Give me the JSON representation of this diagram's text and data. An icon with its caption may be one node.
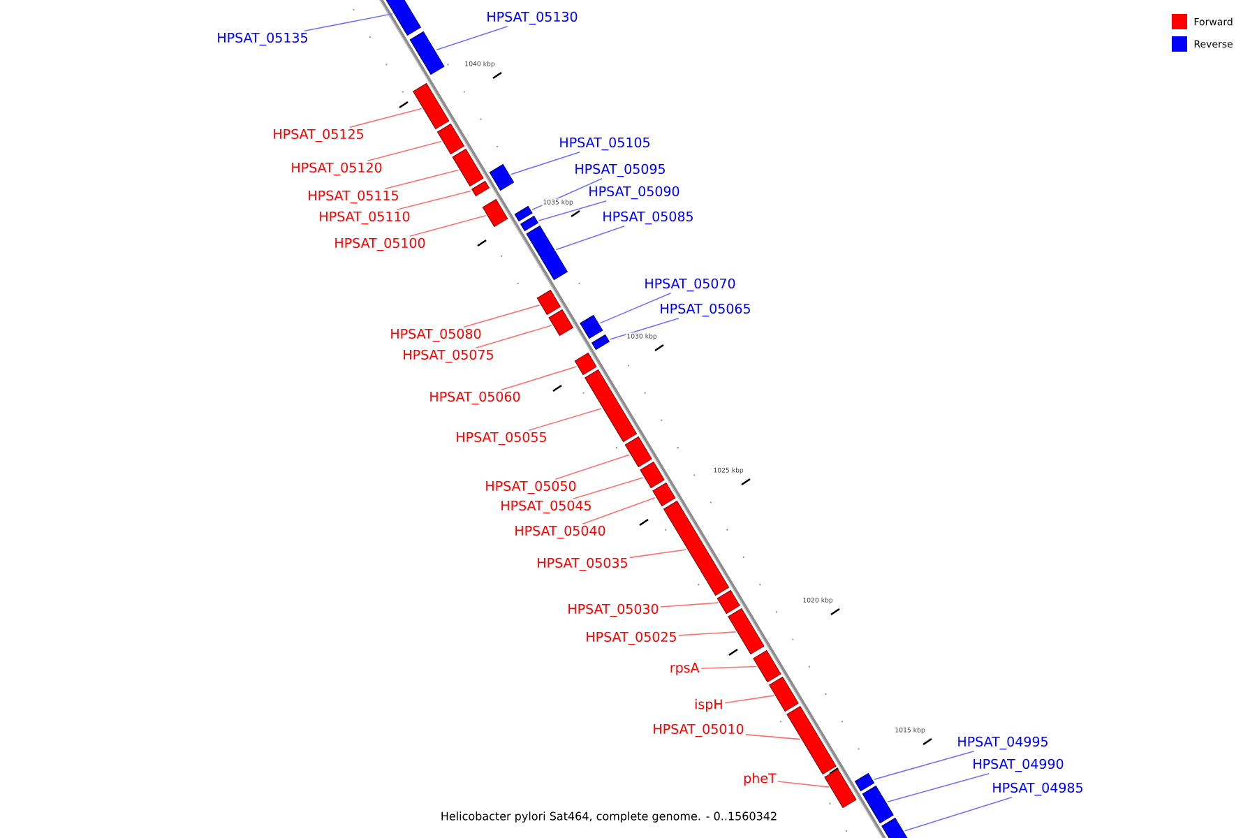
{
  "diagram": {
    "caption": "Helicobacter pylori Sat464, complete genome. - 0..1560342",
    "nodes": [
      {
        "text": [
          "HPSAT_05130"
        ]
      },
      {
        "text": [
          "HPSAT_05135"
        ]
      },
      {
        "text": [
          "HPSAT_05125"
        ]
      },
      {
        "text": [
          "HPSAT_05105"
        ]
      },
      {
        "text": [
          "HPSAT_05120"
        ]
      },
      {
        "text": [
          "HPSAT_05095"
        ]
      },
      {
        "text": [
          "HPSAT_05090"
        ]
      },
      {
        "text": [
          "HPSAT_05115"
        ]
      },
      {
        "text": [
          "HPSAT_05110"
        ]
      },
      {
        "text": [
          "HPSAT_05085"
        ]
      },
      {
        "text": [
          "HPSAT_05100"
        ]
      },
      {
        "text": [
          "HPSAT_05070"
        ]
      },
      {
        "text": [
          "HPSAT_05065"
        ]
      },
      {
        "text": [
          "HPSAT_05080"
        ]
      },
      {
        "text": [
          "HPSAT_05075"
        ]
      },
      {
        "text": [
          "HPSAT_05060"
        ]
      },
      {
        "text": [
          "HPSAT_05055"
        ]
      },
      {
        "text": [
          "HPSAT_05050"
        ]
      },
      {
        "text": [
          "HPSAT_05045"
        ]
      },
      {
        "text": [
          "HPSAT_05040"
        ]
      },
      {
        "text": [
          "HPSAT_05035"
        ]
      },
      {
        "text": [
          "HPSAT_05030"
        ]
      },
      {
        "text": [
          "HPSAT_05025"
        ]
      },
      {
        "text": [
          "rpsA"
        ]
      },
      {
        "text": [
          "ispH"
        ]
      },
      {
        "text": [
          "HPSAT_05010"
        ]
      },
      {
        "text": [
          "HPSAT_04995"
        ]
      },
      {
        "text": [
          "HPSAT_04990"
        ]
      },
      {
        "text": [
          "pheT"
        ]
      },
      {
        "text": [
          "HPSAT_04985"
        ]
      },
      {
        "text": [],
        "shape": "box"
      },
      {
        "text": [],
        "shape": "box"
      },
      {
        "text": [],
        "shape": "box"
      },
      {
        "text": [],
        "shape": "box"
      },
      {
        "text": [],
        "shape": "box"
      },
      {
        "text": [],
        "shape": "box"
      },
      {
        "text": [],
        "shape": "box"
      },
      {
        "text": [],
        "shape": "box"
      },
      {
        "text": [],
        "shape": "box"
      },
      {
        "text": [],
        "shape": "box"
      },
      {
        "text": [],
        "shape": "box"
      },
      {
        "text": [],
        "shape": "box"
      },
      {
        "text": [],
        "shape": "box"
      },
      {
        "text": [],
        "shape": "box"
      },
      {
        "text": [],
        "shape": "box"
      },
      {
        "text": [],
        "shape": "box"
      },
      {
        "text": [],
        "shape": "box"
      },
      {
        "text": [],
        "shape": "box"
      },
      {
        "text": [],
        "shape": "box"
      },
      {
        "text": [],
        "shape": "box"
      },
      {
        "text": [],
        "shape": "box"
      },
      {
        "text": [],
        "shape": "box"
      },
      {
        "text": [],
        "shape": "box"
      },
      {
        "text": [],
        "shape": "box"
      },
      {
        "text": [],
        "shape": "box"
      },
      {
        "text": [],
        "shape": "box"
      },
      {
        "text": [],
        "shape": "box"
      },
      {
        "text": [],
        "shape": "box"
      },
      {
        "text": [],
        "shape": "box"
      },
      {
        "text": [],
        "shape": "box"
      }
    ],
    "edges": [
      {
        "from": 0,
        "to": 31,
        "arrow": "none",
        "color": "#7070ff"
      },
      {
        "from": 1,
        "to": 30,
        "arrow": "none",
        "color": "#7070ff"
      },
      {
        "from": 2,
        "to": 32,
        "arrow": "none"
      },
      {
        "from": 3,
        "to": 35,
        "arrow": "none",
        "color": "#7070ff"
      },
      {
        "from": 4,
        "to": 33,
        "arrow": "none"
      },
      {
        "from": 5,
        "to": 38,
        "arrow": "none",
        "color": "#7070ff"
      },
      {
        "from": 6,
        "to": 39,
        "arrow": "none",
        "color": "#7070ff"
      },
      {
        "from": 7,
        "to": 34,
        "arrow": "none"
      },
      {
        "from": 8,
        "to": 36,
        "arrow": "none"
      },
      {
        "from": 9,
        "to": 40,
        "arrow": "none",
        "color": "#7070ff"
      },
      {
        "from": 10,
        "to": 37,
        "arrow": "none"
      },
      {
        "from": 11,
        "to": 43,
        "arrow": "none",
        "color": "#7070ff"
      },
      {
        "from": 12,
        "to": 44,
        "arrow": "none",
        "color": "#7070ff"
      },
      {
        "from": 13,
        "to": 41,
        "arrow": "none"
      },
      {
        "from": 14,
        "to": 42,
        "arrow": "none"
      },
      {
        "from": 15,
        "to": 45,
        "arrow": "none"
      },
      {
        "from": 16,
        "to": 46,
        "arrow": "none"
      },
      {
        "from": 17,
        "to": 47,
        "arrow": "none"
      },
      {
        "from": 18,
        "to": 48,
        "arrow": "none"
      },
      {
        "from": 19,
        "to": 49,
        "arrow": "none"
      },
      {
        "from": 20,
        "to": 50,
        "arrow": "none"
      },
      {
        "from": 21,
        "to": 51,
        "arrow": "none"
      },
      {
        "from": 22,
        "to": 52,
        "arrow": "none"
      },
      {
        "from": 23,
        "to": 53,
        "arrow": "none"
      },
      {
        "from": 24,
        "to": 54,
        "arrow": "none"
      },
      {
        "from": 25,
        "to": 55,
        "arrow": "none"
      },
      {
        "from": 26,
        "to": 57,
        "arrow": "none",
        "color": "#7070ff"
      },
      {
        "from": 27,
        "to": 58,
        "arrow": "none",
        "color": "#7070ff"
      },
      {
        "from": 28,
        "to": 56,
        "arrow": "none"
      },
      {
        "from": 29,
        "to": 59,
        "arrow": "none",
        "color": "#7070ff"
      }
    ],
    "labels": [
      "1040 kbp",
      "1035 kbp",
      "1030 kbp",
      "1025 kbp",
      "1020 kbp",
      "1015 kbp"
    ],
    "legend": [
      {
        "text": "Forward",
        "color": "#ff0000"
      },
      {
        "text": "Reverse",
        "color": "#0000ff"
      }
    ]
  }
}
